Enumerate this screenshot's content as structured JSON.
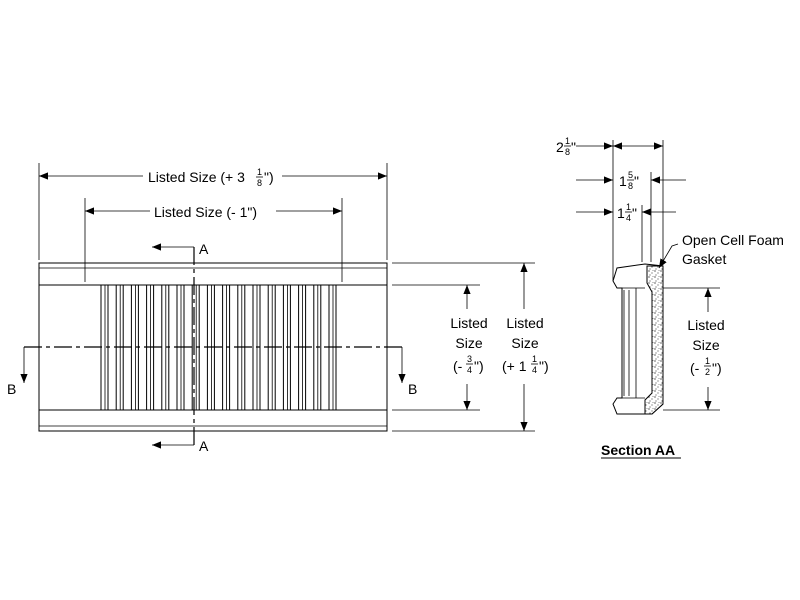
{
  "front_view": {
    "width_outer_label": "Listed Size (+ 3",
    "width_outer_frac_num": "1",
    "width_outer_frac_den": "8",
    "width_outer_close": "\")",
    "width_inner_label": "Listed Size (- 1\")",
    "section_marker_a": "A",
    "section_marker_b": "B",
    "height_inner_label": [
      "Listed",
      "Size"
    ],
    "height_inner_value_pre": "(-",
    "height_inner_frac_num": "3",
    "height_inner_frac_den": "4",
    "height_inner_value_post": "\")",
    "height_outer_label": [
      "Listed",
      "Size"
    ],
    "height_outer_value_pre": "(+ 1",
    "height_outer_frac_num": "1",
    "height_outer_frac_den": "4",
    "height_outer_value_post": "\")"
  },
  "section_view": {
    "depth_total_whole": "2",
    "depth_total_num": "1",
    "depth_total_den": "8",
    "depth_total_unit": "\"",
    "depth_mid_whole": "1",
    "depth_mid_num": "5",
    "depth_mid_den": "8",
    "depth_mid_unit": "\"",
    "depth_small_whole": "1",
    "depth_small_num": "1",
    "depth_small_den": "4",
    "depth_small_unit": "\"",
    "gasket_label": [
      "Open Cell Foam",
      "Gasket"
    ],
    "height_label": [
      "Listed",
      "Size"
    ],
    "height_value_pre": "(-",
    "height_frac_num": "1",
    "height_frac_den": "2",
    "height_value_post": "\")",
    "title": "Section AA"
  }
}
